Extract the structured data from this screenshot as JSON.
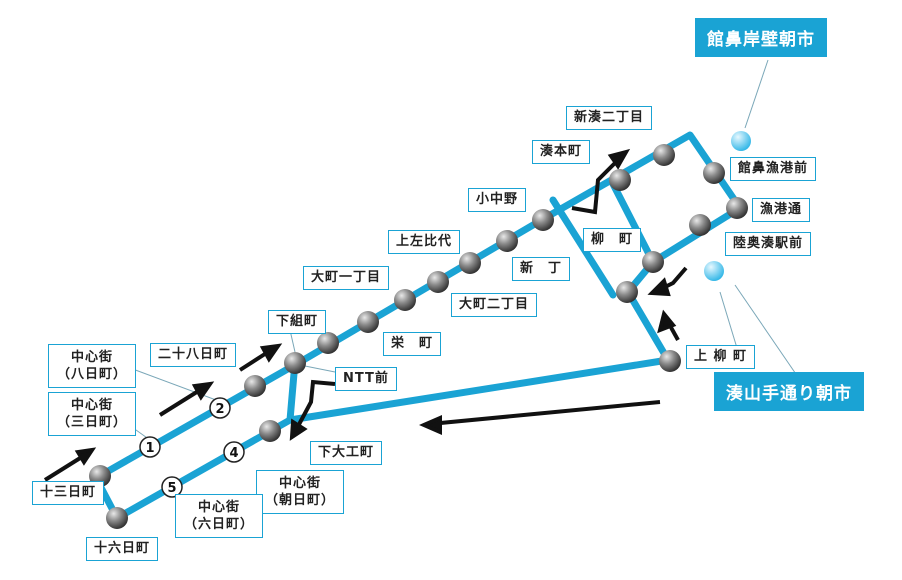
{
  "markets": {
    "tatehana": "館鼻岸壁朝市",
    "minatoyama": "湊山手通り朝市"
  },
  "stops": {
    "jusannichi": "十三日町",
    "chushingai_yoka": [
      "中心街",
      "（八日町）"
    ],
    "chushingai_mikka": [
      "中心街",
      "（三日町）"
    ],
    "nijuyokka": "二十八日町",
    "shimogumi": "下組町",
    "omachi1": "大町一丁目",
    "kamisahishi": "上左比代",
    "konakano": "小中野",
    "minatohoncho": "湊本町",
    "shinminato2": "新湊二丁目",
    "tatehana_gyoko": "館鼻漁港前",
    "gyokodori": "漁港通",
    "mutsuminato": "陸奥湊駅前",
    "yanagi": "柳　町",
    "shinchou": "新　丁",
    "omachi2": "大町二丁目",
    "sakae": "栄　町",
    "ntt": "NTT前",
    "kamiyanagi": "上 柳 町",
    "shimodaiku": "下大工町",
    "chushingai_asa": [
      "中心街",
      "（朝日町）"
    ],
    "chushingai_muika": [
      "中心街",
      "（六日町）"
    ],
    "juroku": "十六日町"
  },
  "route_numbers": [
    "1",
    "2",
    "4",
    "5"
  ],
  "colors": {
    "route": "#1aa3d4",
    "stop": "#6b6b6b",
    "arrow": "#111111",
    "market_dot": "#7fd6f5"
  }
}
